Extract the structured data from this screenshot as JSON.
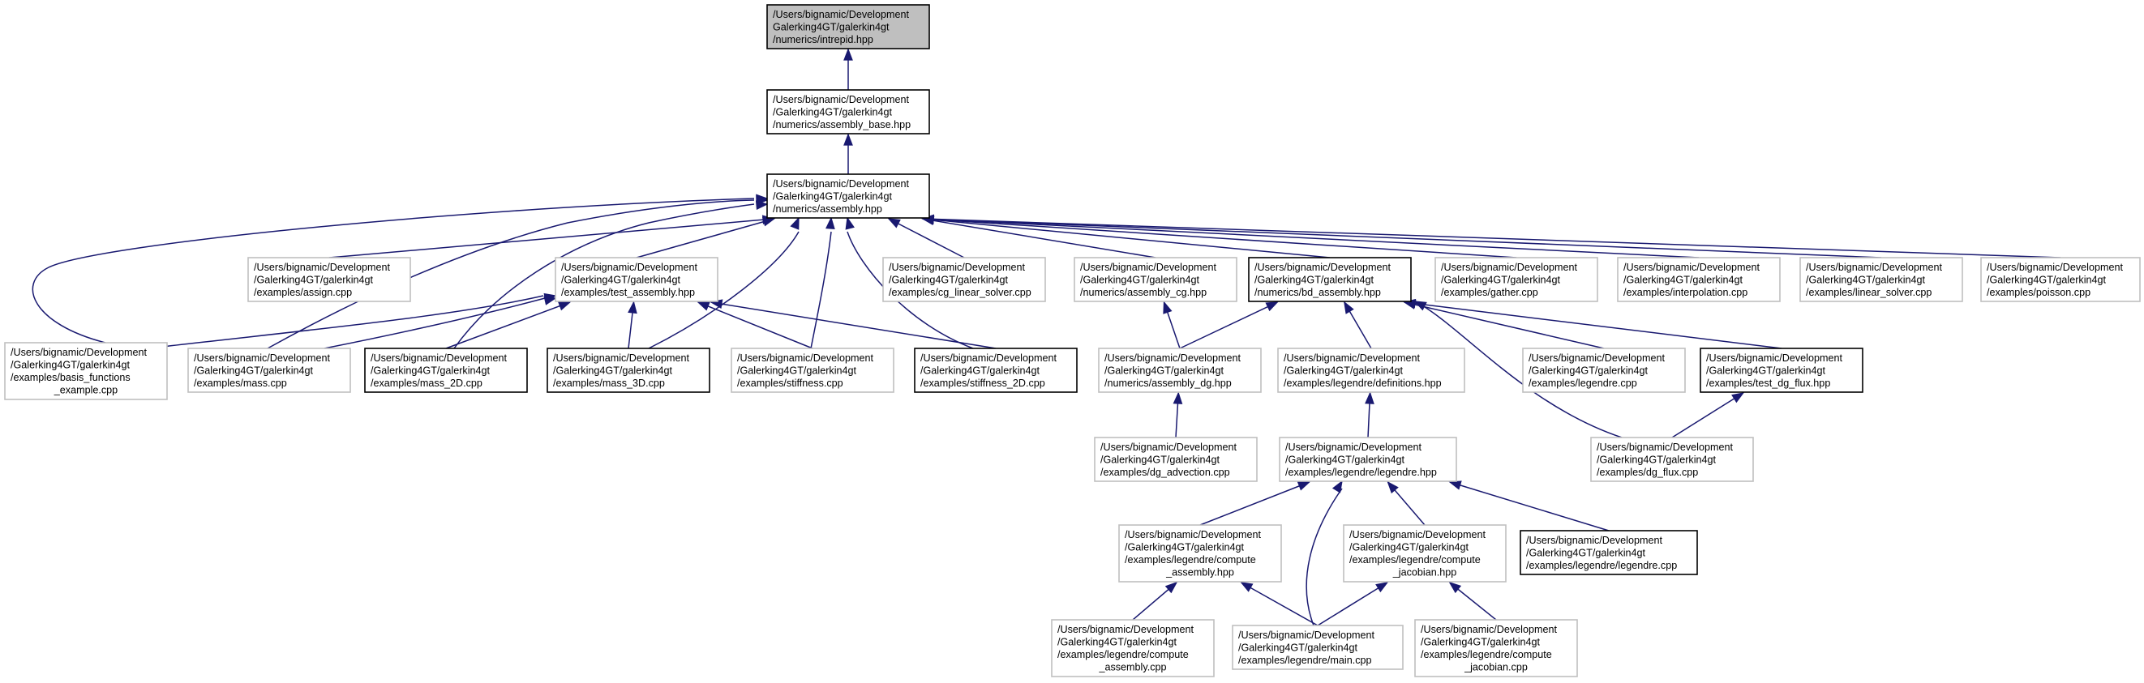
{
  "colors": {
    "edge": "#191970",
    "node_border_strong": "#000000",
    "node_border_weak": "#bfbfbf",
    "root_fill": "#bfbfbf",
    "node_fill": "#ffffff"
  },
  "nodes": {
    "intrepid": {
      "lines": [
        "/Users/bignamic/Development",
        "Galerking4GT/galerkin4gt",
        "/numerics/intrepid.hpp"
      ],
      "style": "root"
    },
    "assembly_base": {
      "lines": [
        "/Users/bignamic/Development",
        "/Galerking4GT/galerkin4gt",
        "/numerics/assembly_base.hpp"
      ],
      "style": "strong"
    },
    "assembly": {
      "lines": [
        "/Users/bignamic/Development",
        "/Galerking4GT/galerkin4gt",
        "/numerics/assembly.hpp"
      ],
      "style": "strong"
    },
    "assign": {
      "lines": [
        "/Users/bignamic/Development",
        "/Galerking4GT/galerkin4gt",
        "/examples/assign.cpp"
      ],
      "style": "weak"
    },
    "test_assembly": {
      "lines": [
        "/Users/bignamic/Development",
        "/Galerking4GT/galerkin4gt",
        "/examples/test_assembly.hpp"
      ],
      "style": "weak"
    },
    "cg_linear_solver": {
      "lines": [
        "/Users/bignamic/Development",
        "/Galerking4GT/galerkin4gt",
        "/examples/cg_linear_solver.cpp"
      ],
      "style": "weak"
    },
    "assembly_cg": {
      "lines": [
        "/Users/bignamic/Development",
        "/Galerking4GT/galerkin4gt",
        "/numerics/assembly_cg.hpp"
      ],
      "style": "weak"
    },
    "bd_assembly": {
      "lines": [
        "/Users/bignamic/Development",
        "/Galerking4GT/galerkin4gt",
        "/numerics/bd_assembly.hpp"
      ],
      "style": "strong"
    },
    "gather": {
      "lines": [
        "/Users/bignamic/Development",
        "/Galerking4GT/galerkin4gt",
        "/examples/gather.cpp"
      ],
      "style": "weak"
    },
    "interpolation": {
      "lines": [
        "/Users/bignamic/Development",
        "/Galerking4GT/galerkin4gt",
        "/examples/interpolation.cpp"
      ],
      "style": "weak"
    },
    "linear_solver": {
      "lines": [
        "/Users/bignamic/Development",
        "/Galerking4GT/galerkin4gt",
        "/examples/linear_solver.cpp"
      ],
      "style": "weak"
    },
    "poisson": {
      "lines": [
        "/Users/bignamic/Development",
        "/Galerking4GT/galerkin4gt",
        "/examples/poisson.cpp"
      ],
      "style": "weak"
    },
    "basis_functions": {
      "lines": [
        "/Users/bignamic/Development",
        "/Galerking4GT/galerkin4gt",
        "/examples/basis_functions",
        "_example.cpp"
      ],
      "style": "weak"
    },
    "mass": {
      "lines": [
        "/Users/bignamic/Development",
        "/Galerking4GT/galerkin4gt",
        "/examples/mass.cpp"
      ],
      "style": "weak"
    },
    "mass_2D": {
      "lines": [
        "/Users/bignamic/Development",
        "/Galerking4GT/galerkin4gt",
        "/examples/mass_2D.cpp"
      ],
      "style": "strong"
    },
    "mass_3D": {
      "lines": [
        "/Users/bignamic/Development",
        "/Galerking4GT/galerkin4gt",
        "/examples/mass_3D.cpp"
      ],
      "style": "strong"
    },
    "stiffness": {
      "lines": [
        "/Users/bignamic/Development",
        "/Galerking4GT/galerkin4gt",
        "/examples/stiffness.cpp"
      ],
      "style": "weak"
    },
    "stiffness_2D": {
      "lines": [
        "/Users/bignamic/Development",
        "/Galerking4GT/galerkin4gt",
        "/examples/stiffness_2D.cpp"
      ],
      "style": "strong"
    },
    "assembly_dg": {
      "lines": [
        "/Users/bignamic/Development",
        "/Galerking4GT/galerkin4gt",
        "/numerics/assembly_dg.hpp"
      ],
      "style": "weak"
    },
    "definitions": {
      "lines": [
        "/Users/bignamic/Development",
        "/Galerking4GT/galerkin4gt",
        "/examples/legendre/definitions.hpp"
      ],
      "style": "weak"
    },
    "legendre_cpp": {
      "lines": [
        "/Users/bignamic/Development",
        "/Galerking4GT/galerkin4gt",
        "/examples/legendre.cpp"
      ],
      "style": "weak"
    },
    "test_dg_flux": {
      "lines": [
        "/Users/bignamic/Development",
        "/Galerking4GT/galerkin4gt",
        "/examples/test_dg_flux.hpp"
      ],
      "style": "strong"
    },
    "dg_advection": {
      "lines": [
        "/Users/bignamic/Development",
        "/Galerking4GT/galerkin4gt",
        "/examples/dg_advection.cpp"
      ],
      "style": "weak"
    },
    "legendre_hpp": {
      "lines": [
        "/Users/bignamic/Development",
        "/Galerking4GT/galerkin4gt",
        "/examples/legendre/legendre.hpp"
      ],
      "style": "weak"
    },
    "dg_flux": {
      "lines": [
        "/Users/bignamic/Development",
        "/Galerking4GT/galerkin4gt",
        "/examples/dg_flux.cpp"
      ],
      "style": "weak"
    },
    "compute_assembly_hpp": {
      "lines": [
        "/Users/bignamic/Development",
        "/Galerking4GT/galerkin4gt",
        "/examples/legendre/compute",
        "_assembly.hpp"
      ],
      "style": "weak"
    },
    "compute_jacobian_hpp": {
      "lines": [
        "/Users/bignamic/Development",
        "/Galerking4GT/galerkin4gt",
        "/examples/legendre/compute",
        "_jacobian.hpp"
      ],
      "style": "weak"
    },
    "legendre_legendre_cpp": {
      "lines": [
        "/Users/bignamic/Development",
        "/Galerking4GT/galerkin4gt",
        "/examples/legendre/legendre.cpp"
      ],
      "style": "strong"
    },
    "compute_assembly_cpp": {
      "lines": [
        "/Users/bignamic/Development",
        "/Galerking4GT/galerkin4gt",
        "/examples/legendre/compute",
        "_assembly.cpp"
      ],
      "style": "weak"
    },
    "legendre_main": {
      "lines": [
        "/Users/bignamic/Development",
        "/Galerking4GT/galerkin4gt",
        "/examples/legendre/main.cpp"
      ],
      "style": "weak"
    },
    "compute_jacobian_cpp": {
      "lines": [
        "/Users/bignamic/Development",
        "/Galerking4GT/galerkin4gt",
        "/examples/legendre/compute",
        "_jacobian.cpp"
      ],
      "style": "weak"
    }
  },
  "edges": [
    [
      "assembly_base",
      "intrepid"
    ],
    [
      "assembly",
      "assembly_base"
    ],
    [
      "assign",
      "assembly"
    ],
    [
      "test_assembly",
      "assembly"
    ],
    [
      "cg_linear_solver",
      "assembly"
    ],
    [
      "assembly_cg",
      "assembly"
    ],
    [
      "bd_assembly",
      "assembly"
    ],
    [
      "gather",
      "assembly"
    ],
    [
      "interpolation",
      "assembly"
    ],
    [
      "linear_solver",
      "assembly"
    ],
    [
      "poisson",
      "assembly"
    ],
    [
      "basis_functions",
      "assembly"
    ],
    [
      "mass",
      "assembly"
    ],
    [
      "mass_2D",
      "assembly"
    ],
    [
      "mass_3D",
      "assembly"
    ],
    [
      "stiffness",
      "assembly"
    ],
    [
      "stiffness_2D",
      "assembly"
    ],
    [
      "basis_functions",
      "test_assembly"
    ],
    [
      "mass",
      "test_assembly"
    ],
    [
      "mass_2D",
      "test_assembly"
    ],
    [
      "mass_3D",
      "test_assembly"
    ],
    [
      "stiffness",
      "test_assembly"
    ],
    [
      "stiffness_2D",
      "test_assembly"
    ],
    [
      "assembly_dg",
      "assembly_cg"
    ],
    [
      "assembly_dg",
      "bd_assembly"
    ],
    [
      "definitions",
      "bd_assembly"
    ],
    [
      "legendre_cpp",
      "bd_assembly"
    ],
    [
      "test_dg_flux",
      "bd_assembly"
    ],
    [
      "dg_flux",
      "bd_assembly"
    ],
    [
      "dg_advection",
      "assembly_dg"
    ],
    [
      "legendre_hpp",
      "definitions"
    ],
    [
      "dg_flux",
      "test_dg_flux"
    ],
    [
      "compute_assembly_hpp",
      "legendre_hpp"
    ],
    [
      "compute_jacobian_hpp",
      "legendre_hpp"
    ],
    [
      "legendre_legendre_cpp",
      "legendre_hpp"
    ],
    [
      "legendre_main",
      "legendre_hpp"
    ],
    [
      "compute_assembly_cpp",
      "compute_assembly_hpp"
    ],
    [
      "legendre_main",
      "compute_assembly_hpp"
    ],
    [
      "legendre_main",
      "compute_jacobian_hpp"
    ],
    [
      "compute_jacobian_cpp",
      "compute_jacobian_hpp"
    ]
  ]
}
